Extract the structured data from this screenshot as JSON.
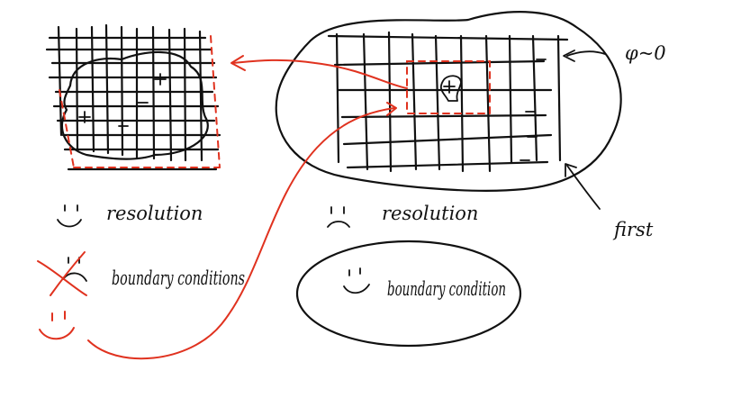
{
  "annotations": {
    "phi_label": "φ~0",
    "first_label": "first"
  },
  "left_panel": {
    "resolution": "resolution",
    "boundary": "boundary conditions"
  },
  "right_panel": {
    "resolution": "resolution",
    "boundary": "boundary condition"
  },
  "colors": {
    "ink": "#111111",
    "red": "#e0321f"
  }
}
